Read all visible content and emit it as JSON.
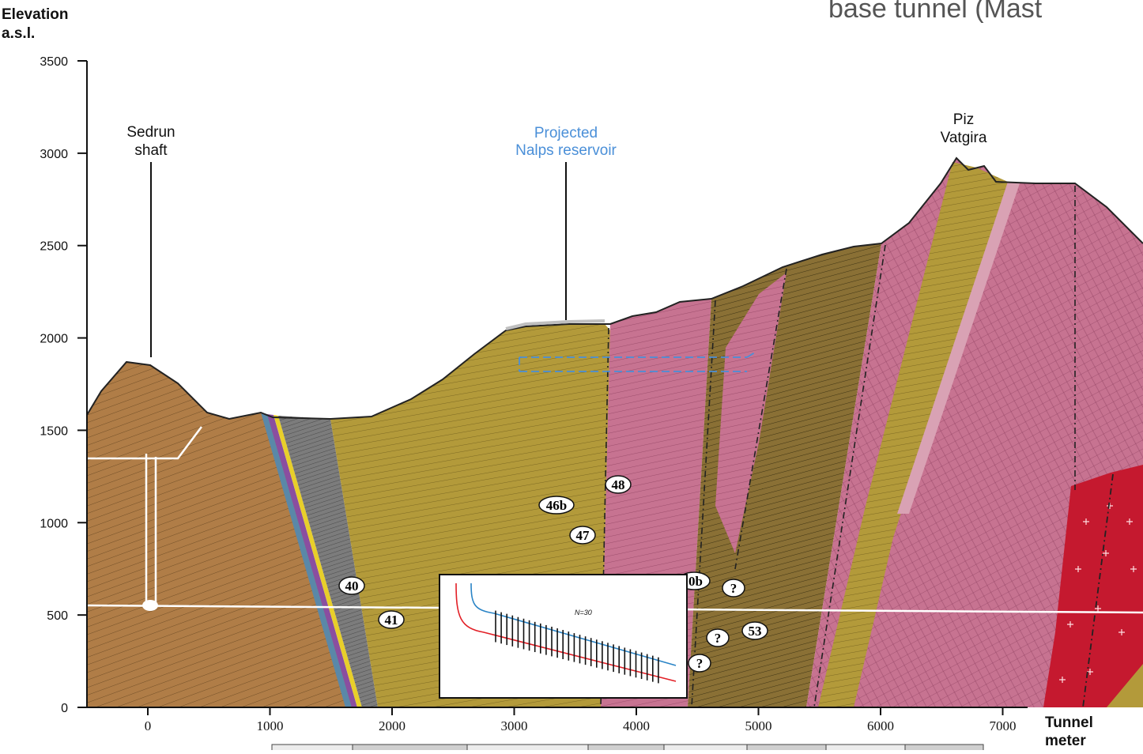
{
  "header_text": "base tunnel (Mast",
  "elevation_axis": {
    "label_line1": "Elevation",
    "label_line2": "a.s.l.",
    "ticks": [
      "3500",
      "3000",
      "2500",
      "2000",
      "1500",
      "1000",
      "500",
      "0"
    ]
  },
  "tunnel_axis": {
    "label_line1": "Tunnel",
    "label_line2": "meter",
    "ticks": [
      "0",
      "1000",
      "2000",
      "3000",
      "4000",
      "5000",
      "6000",
      "7000"
    ]
  },
  "callouts": {
    "sedrun_line1": "Sedrun",
    "sedrun_line2": "shaft",
    "nalps_line1": "Projected",
    "nalps_line2": "Nalps reservoir",
    "piz_line1": "Piz",
    "piz_line2": "Vatgira"
  },
  "unit_markers": {
    "u40": "40",
    "u41": "41",
    "u46b": "46b",
    "u47": "47",
    "u48": "48",
    "u50b": "0b",
    "u53": "53",
    "q1": "?",
    "q2": "?",
    "q3": "?"
  },
  "inset": {
    "annotation": "N=30"
  },
  "colors": {
    "brown_unit": "#b07d47",
    "yellow_unit": "#b39a3a",
    "olive_unit": "#8a7035",
    "pink_unit": "#c77391",
    "light_pink_unit": "#d9a2b4",
    "granite_unit": "#c5192f",
    "gray_unit": "#7c7c7c",
    "nalps_blue": "#4a8fd8"
  }
}
